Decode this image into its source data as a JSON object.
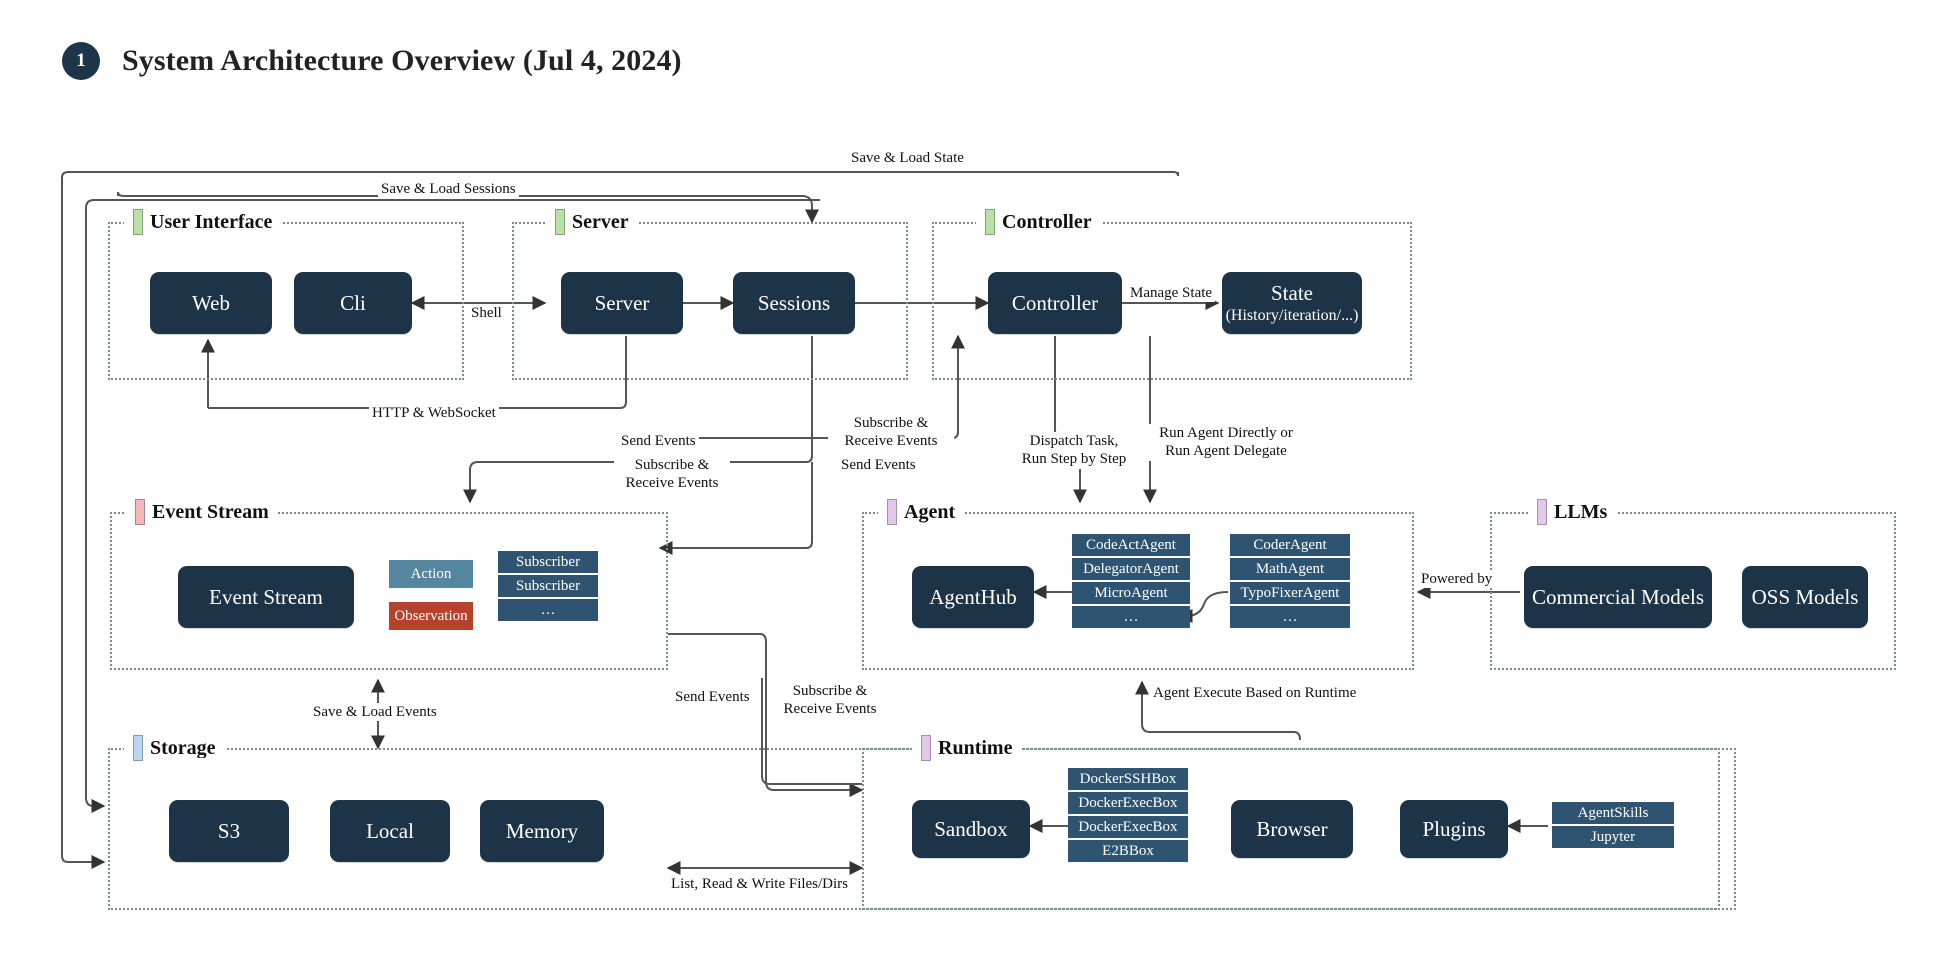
{
  "header": {
    "slide_number": "1",
    "title": "System Architecture Overview (Jul 4, 2024)"
  },
  "groups": {
    "user_interface": {
      "label": "User Interface",
      "bar_color": "#b9e0a5"
    },
    "server": {
      "label": "Server",
      "bar_color": "#b9e0a5"
    },
    "controller": {
      "label": "Controller",
      "bar_color": "#b9e0a5"
    },
    "event_stream": {
      "label": "Event Stream",
      "bar_color": "#f3b8b8"
    },
    "agent": {
      "label": "Agent",
      "bar_color": "#e3c8ee"
    },
    "llms": {
      "label": "LLMs",
      "bar_color": "#e3c8ee"
    },
    "storage": {
      "label": "Storage",
      "bar_color": "#bcd6f0"
    },
    "runtime": {
      "label": "Runtime",
      "bar_color": "#e3c8ee"
    }
  },
  "nodes": {
    "web": "Web",
    "cli": "Cli",
    "server": "Server",
    "sessions": "Sessions",
    "controller": "Controller",
    "state_title": "State",
    "state_sub": "(History/iteration/...)",
    "event_stream": "Event Stream",
    "agent_hub": "AgentHub",
    "commercial_models": "Commercial Models",
    "oss_models": "OSS Models",
    "s3": "S3",
    "local": "Local",
    "memory": "Memory",
    "sandbox": "Sandbox",
    "browser": "Browser",
    "plugins": "Plugins"
  },
  "chips": {
    "action": {
      "label": "Action",
      "color": "#5486a0"
    },
    "observation": {
      "label": "Observation",
      "color": "#b5432a"
    }
  },
  "stacks": {
    "subscribers": [
      "Subscriber",
      "Subscriber",
      "…"
    ],
    "agents_left": [
      "CodeActAgent",
      "DelegatorAgent",
      "MicroAgent",
      "…"
    ],
    "agents_right": [
      "CoderAgent",
      "MathAgent",
      "TypoFixerAgent",
      "…"
    ],
    "sandboxes": [
      "DockerSSHBox",
      "DockerExecBox",
      "DockerExecBox",
      "E2BBox"
    ],
    "plugin_items": [
      "AgentSkills",
      "Jupyter"
    ]
  },
  "edge_labels": {
    "save_load_state": "Save & Load State",
    "save_load_sessions": "Save & Load Sessions",
    "shell": "Shell",
    "manage_state": "Manage State",
    "http_websocket": "HTTP & WebSocket",
    "send_events_1": "Send Events",
    "subscribe_receive_1a": "Subscribe &",
    "subscribe_receive_1b": "Receive Events",
    "subscribe_receive_2a": "Subscribe &",
    "subscribe_receive_2b": "Receive Events",
    "send_events_2": "Send Events",
    "dispatch_task_a": "Dispatch Task,",
    "dispatch_task_b": "Run Step by Step",
    "run_agent_a": "Run Agent Directly or",
    "run_agent_b": "Run Agent Delegate",
    "powered_by": "Powered by",
    "save_load_events": "Save & Load Events",
    "send_events_3": "Send Events",
    "subscribe_receive_3a": "Subscribe &",
    "subscribe_receive_3b": "Receive Events",
    "agent_execute": "Agent Execute Based on Runtime",
    "list_read_write": "List, Read & Write Files/Dirs"
  },
  "colors": {
    "node_fill": "#1d3347",
    "stack_fill": "#2e5472",
    "group_border": "#7b8a99",
    "wire": "#555555",
    "accent_dark": "#1d3449"
  }
}
